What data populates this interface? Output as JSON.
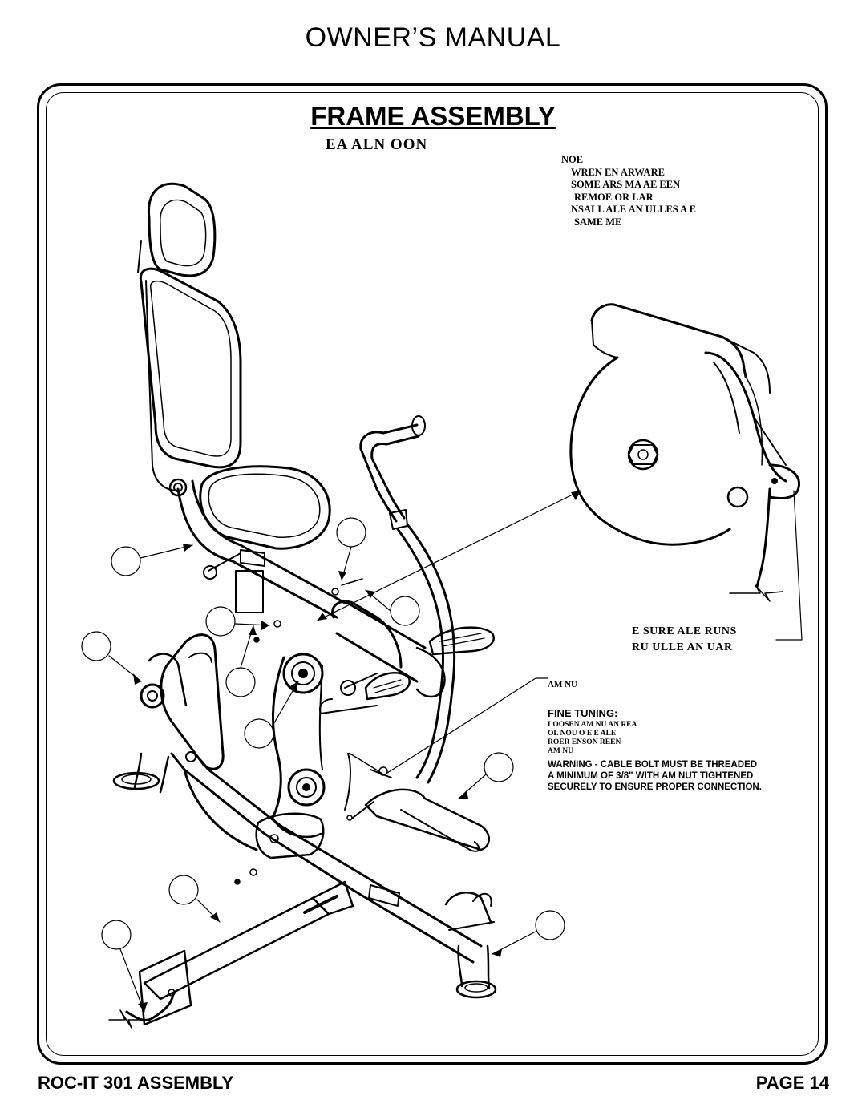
{
  "header": {
    "title": "OWNER’S MANUAL"
  },
  "frame": {
    "title": "FRAME ASSEMBLY",
    "subtitle": "EA ALN OON"
  },
  "note": {
    "lines": [
      "NOE",
      "WREN EN ARWARE",
      "SOME ARS MA AE EEN",
      "REMOE OR LAR",
      "NSALL ALE AN ULLES A E",
      "SAME ME"
    ]
  },
  "ensure": {
    "lines": [
      "E SURE ALE RUNS",
      "RU ULLE AN UAR"
    ]
  },
  "jam_label": "AM NU",
  "fine_tuning": {
    "title": "FINE TUNING:",
    "lines": [
      "LOOSEN AM NU AN REA",
      "OL NOU O E E ALE",
      "ROER ENSON REEN",
      "AM NU"
    ]
  },
  "warning": {
    "lines": [
      "WARNING - CABLE BOLT MUST BE THREADED",
      "A MINIMUM OF 3/8\" WITH AM NUT TIGHTENED",
      "SECURELY TO ENSURE PROPER CONNECTION."
    ]
  },
  "footer": {
    "left": "ROC-IT 301 ASSEMBLY",
    "right": "PAGE 14"
  }
}
